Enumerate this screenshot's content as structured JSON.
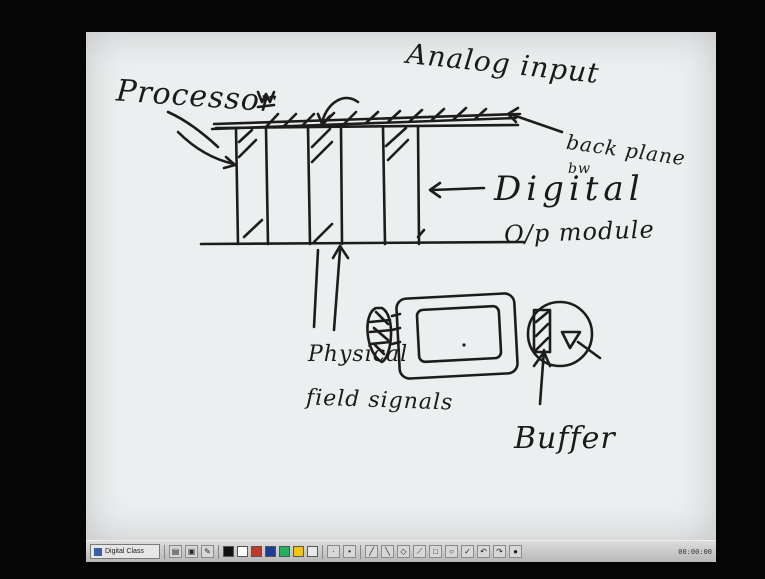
{
  "drawing": {
    "labels": {
      "processor": "Processor",
      "analog_input": "Analog input",
      "backplane_line1": "back plane",
      "backplane_line2": "bw",
      "digital": "Digital",
      "op_module": "O/p module",
      "physical_signals": "Physical",
      "field_signals": "field signals",
      "buffer": "Buffer"
    }
  },
  "taskbar": {
    "app_label": "Digital Class",
    "clock": "00:00:00",
    "colors": [
      "#111111",
      "#ffffff",
      "#c0392b",
      "#1f3a93",
      "#27ae60",
      "#f1c40f",
      "#e8e8e8"
    ],
    "tools": [
      "pen",
      "marker",
      "eraser",
      "line",
      "rectangle",
      "ellipse",
      "check",
      "undo",
      "redo",
      "pointer"
    ]
  }
}
